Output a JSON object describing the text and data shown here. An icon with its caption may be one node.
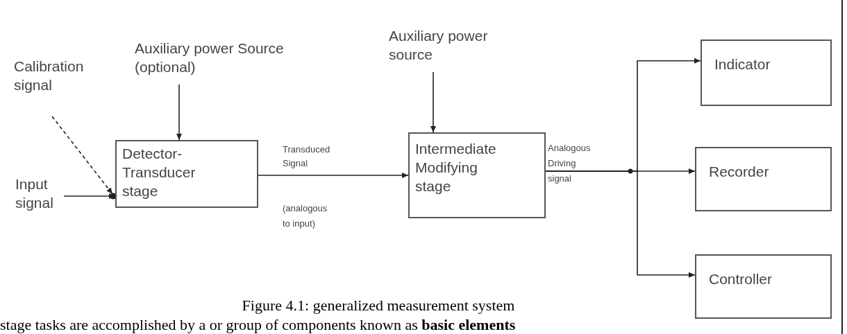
{
  "diagram": {
    "caption": "Figure 4.1: generalized measurement system",
    "nodes": [
      {
        "text": [
          "Calibration signal"
        ]
      },
      {
        "text": [
          "Auxiliary power Source (optional)"
        ]
      },
      {
        "text": [
          "Input signal"
        ]
      },
      {
        "text": [
          "Detector-Transducer stage"
        ]
      },
      {
        "text": [
          "Auxiliary power source"
        ]
      },
      {
        "text": [
          "Intermediate Modifying stage"
        ]
      },
      {
        "text": [
          "Indicator"
        ]
      },
      {
        "text": [
          "Recorder"
        ]
      },
      {
        "text": [
          "Controller"
        ]
      }
    ],
    "edges": [
      {
        "from": 0,
        "to": 3,
        "arrow": "to",
        "style": "dashed"
      },
      {
        "from": 1,
        "to": 3,
        "arrow": "to"
      },
      {
        "from": 2,
        "to": 3,
        "arrow": "to"
      },
      {
        "from": 3,
        "to": 5,
        "arrow": "to"
      },
      {
        "from": 4,
        "to": 5,
        "arrow": "to"
      },
      {
        "from": 5,
        "to": 6,
        "arrow": "to"
      },
      {
        "from": 5,
        "to": 7,
        "arrow": "to"
      },
      {
        "from": 5,
        "to": 8,
        "arrow": "to"
      }
    ],
    "labels": [
      "Transduced Signal",
      "(analogous to input)",
      "Analogous Driving signal",
      "stage tasks are accomplished by a or group of components known as **basic elements**"
    ]
  }
}
